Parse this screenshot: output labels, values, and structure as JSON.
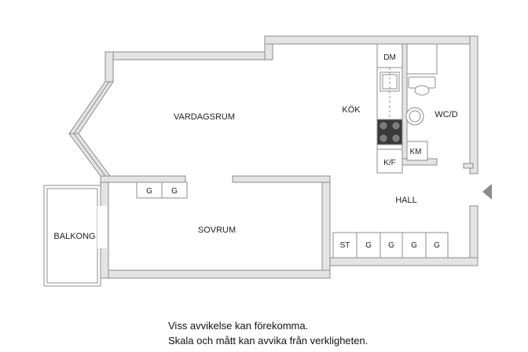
{
  "rooms": {
    "vardagsrum": "VARDAGSRUM",
    "kok": "KÖK",
    "wcd": "WC/D",
    "hall": "HALL",
    "sovrum": "SOVRUM",
    "balkong": "BALKONG"
  },
  "fixtures": {
    "dm": "DM",
    "km": "KM",
    "kf": "K/F",
    "st": "ST",
    "g": "G"
  },
  "disclaimer": {
    "line1": "Viss avvikelse kan förekomma.",
    "line2": "Skala och mått kan avvika från verkligheten."
  },
  "colors": {
    "wall_fill": "#e4e4e4",
    "wall_stroke": "#8c8c8c",
    "stove": "#3a3a3a",
    "entrance_arrow": "#8c8c8c"
  },
  "icons": {
    "entrance": "entrance-arrow-icon"
  }
}
